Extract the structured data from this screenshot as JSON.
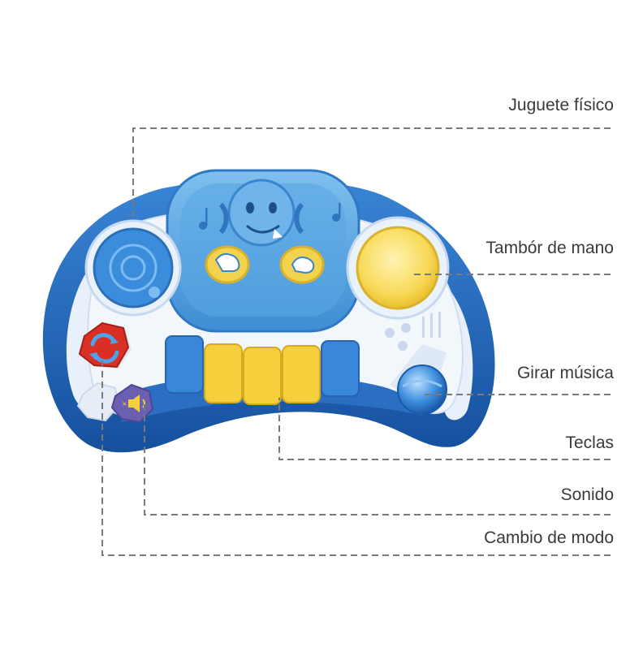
{
  "callouts": {
    "physical_toy": "Juguete físico",
    "hand_drum": "Tambór de mano",
    "spin_music": "Girar música",
    "keys": "Teclas",
    "sound": "Sonido",
    "mode_change": "Cambio de modo"
  },
  "toy": {
    "icon_names": [
      "drum-icon",
      "hand-icon",
      "refresh-icon",
      "speaker-icon",
      "music-notes-icon",
      "robot-face-icon"
    ],
    "colors": {
      "frame_blue": "#1f63b8",
      "panel_blue": "#4a9ad8",
      "shell_white": "#eef4fb",
      "key_yellow": "#f6cf3c",
      "key_blue": "#3a86d8",
      "mode_red": "#d83024",
      "sound_purple": "#6a5fb0",
      "guide_line": "#7a7a7a"
    }
  }
}
